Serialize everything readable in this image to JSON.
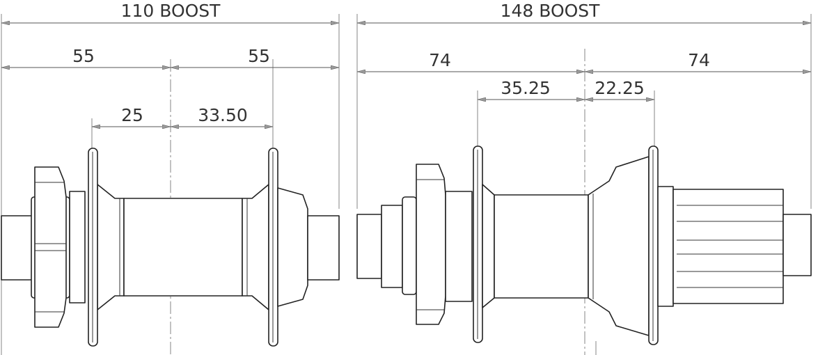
{
  "front_hub": {
    "overall_label": "110 BOOST",
    "half_left": "55",
    "half_right": "55",
    "flange_left": "25",
    "flange_right": "33.50"
  },
  "rear_hub": {
    "overall_label": "148 BOOST",
    "half_left": "74",
    "half_right": "74",
    "flange_left": "35.25",
    "flange_right": "22.25"
  }
}
